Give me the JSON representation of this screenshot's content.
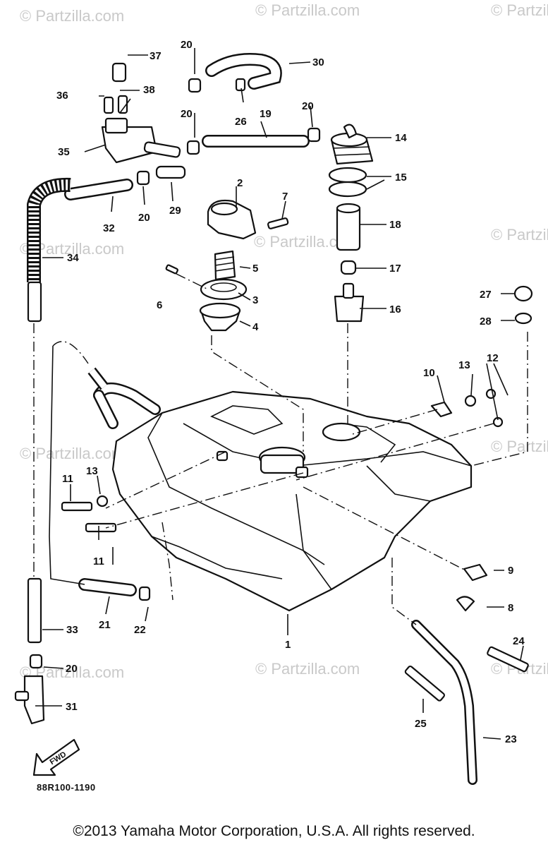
{
  "watermark": "© Partzilla.com",
  "drawing_code": "88R100-1190",
  "copyright": "©2013 Yamaha Motor Corporation, U.S.A. All rights reserved.",
  "direction_label": "FWD",
  "callouts": [
    "1",
    "2",
    "3",
    "4",
    "5",
    "6",
    "7",
    "8",
    "9",
    "10",
    "11",
    "12",
    "13",
    "14",
    "15",
    "16",
    "17",
    "18",
    "19",
    "20",
    "21",
    "22",
    "23",
    "24",
    "25",
    "26",
    "27",
    "28",
    "29",
    "30",
    "31",
    "32",
    "33",
    "34",
    "35",
    "36",
    "37",
    "38"
  ]
}
